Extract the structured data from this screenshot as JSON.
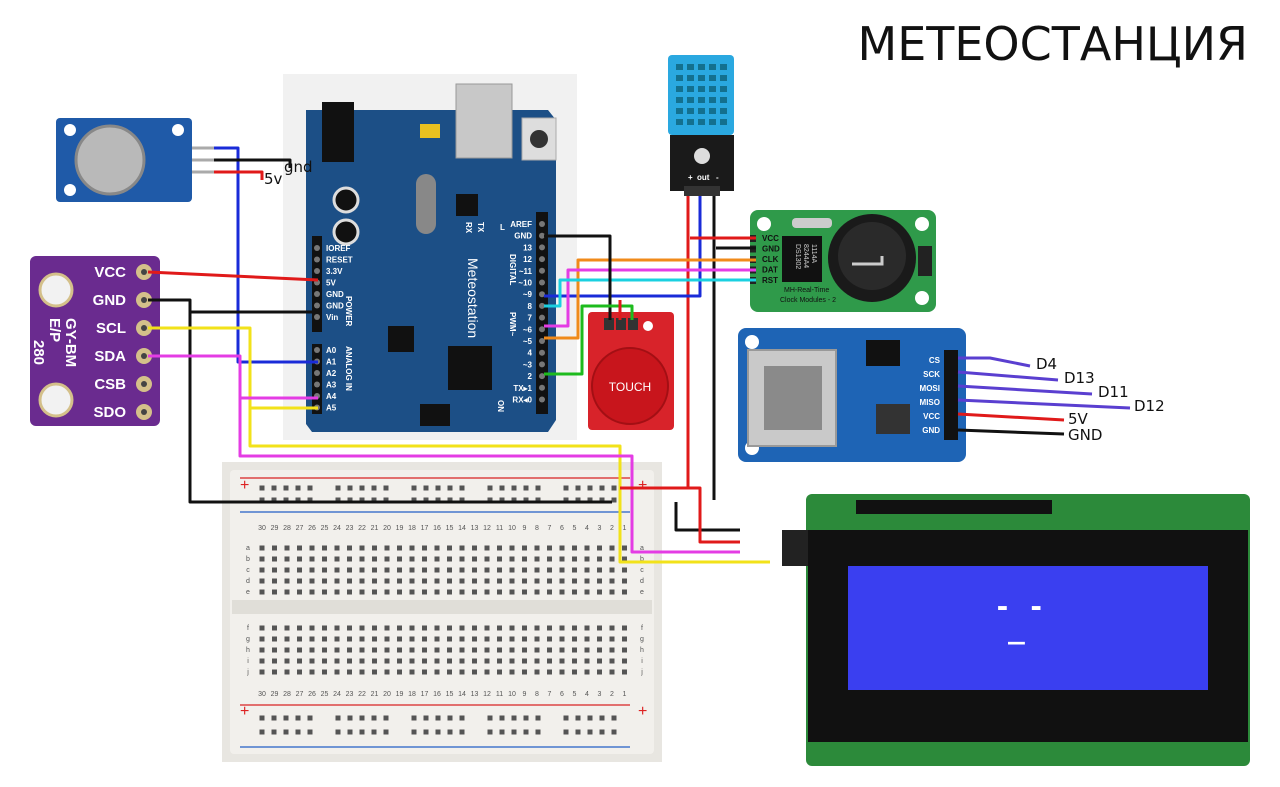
{
  "title": "МЕТЕОСТАНЦИЯ",
  "colors": {
    "arduino_board": "#1c4f86",
    "bme_board": "#6a2b8f",
    "breadboard": "#f2f0ec",
    "lcd_screen": "#3a3ff0",
    "lcd_pcb": "#2c8a3a",
    "touch_module": "#d8232a",
    "rtc_module": "#2f9a4a",
    "sd_module": "#1e64b5",
    "dht_sensor": "#2aa8e0",
    "wire_red": "#e01a1a",
    "wire_black": "#111111",
    "wire_blue": "#1a2bd8",
    "wire_yellow": "#f2e21a",
    "wire_magenta": "#e43ce4",
    "wire_green": "#1dbb1d",
    "wire_orange": "#f08a1a",
    "wire_cyan": "#1ad0e0",
    "wire_purple": "#5a3fd0"
  },
  "gas_sensor": {
    "label_gnd": "gnd",
    "label_5v": "5v"
  },
  "bme280": {
    "pins": [
      "VCC",
      "GND",
      "SCL",
      "SDA",
      "CSB",
      "SDO"
    ],
    "silkscreen_1": "GY-BM",
    "silkscreen_2": "E/P",
    "silkscreen_3": "280"
  },
  "arduino": {
    "name": "Meteostation",
    "power_pins": [
      "IOREF",
      "RESET",
      "3.3V",
      "5V",
      "GND",
      "GND",
      "Vin"
    ],
    "power_label": "POWER",
    "analog_pins": [
      "A0",
      "A1",
      "A2",
      "A3",
      "A4",
      "A5"
    ],
    "analog_label": "ANALOG IN",
    "digital_pins": [
      "AREF",
      "GND",
      "13",
      "12",
      "~11",
      "~10",
      "~9",
      "8",
      "7",
      "~6",
      "~5",
      "4",
      "~3",
      "2",
      "TX▸1",
      "RX◂0"
    ],
    "digital_label": "DIGITAL",
    "pwm_label": "PWM~",
    "led_l": "L",
    "led_tx": "TX",
    "led_rx": "RX",
    "led_on": "ON"
  },
  "rtc": {
    "pins": [
      "VCC",
      "GND",
      "CLK",
      "DAT",
      "RST"
    ],
    "caption_1": "MH-Real-Time",
    "caption_2": "Clock Modules - 2",
    "chip_1": "DS1302",
    "chip_2": "8244A4",
    "chip_3": "1114A"
  },
  "sd_card": {
    "pins": [
      "CS",
      "SCK",
      "MOSI",
      "MISO",
      "VCC",
      "GND"
    ],
    "connections": [
      "D4",
      "D13",
      "D11",
      "D12",
      "5V",
      "GND"
    ]
  },
  "touch": {
    "label": "TOUCH"
  },
  "dht": {
    "label_plus": "+",
    "label_out": "out",
    "label_minus": "-"
  },
  "lcd": {
    "text": "- -\n _"
  },
  "breadboard": {
    "columns": [
      "30",
      "29",
      "28",
      "27",
      "26",
      "25",
      "24",
      "23",
      "22",
      "21",
      "20",
      "19",
      "18",
      "17",
      "16",
      "15",
      "14",
      "13",
      "12",
      "11",
      "10",
      "9",
      "8",
      "7",
      "6",
      "5",
      "4",
      "3",
      "2",
      "1"
    ],
    "rows_top": [
      "a",
      "b",
      "c",
      "d",
      "e"
    ],
    "rows_bottom": [
      "f",
      "g",
      "h",
      "i",
      "j"
    ]
  }
}
